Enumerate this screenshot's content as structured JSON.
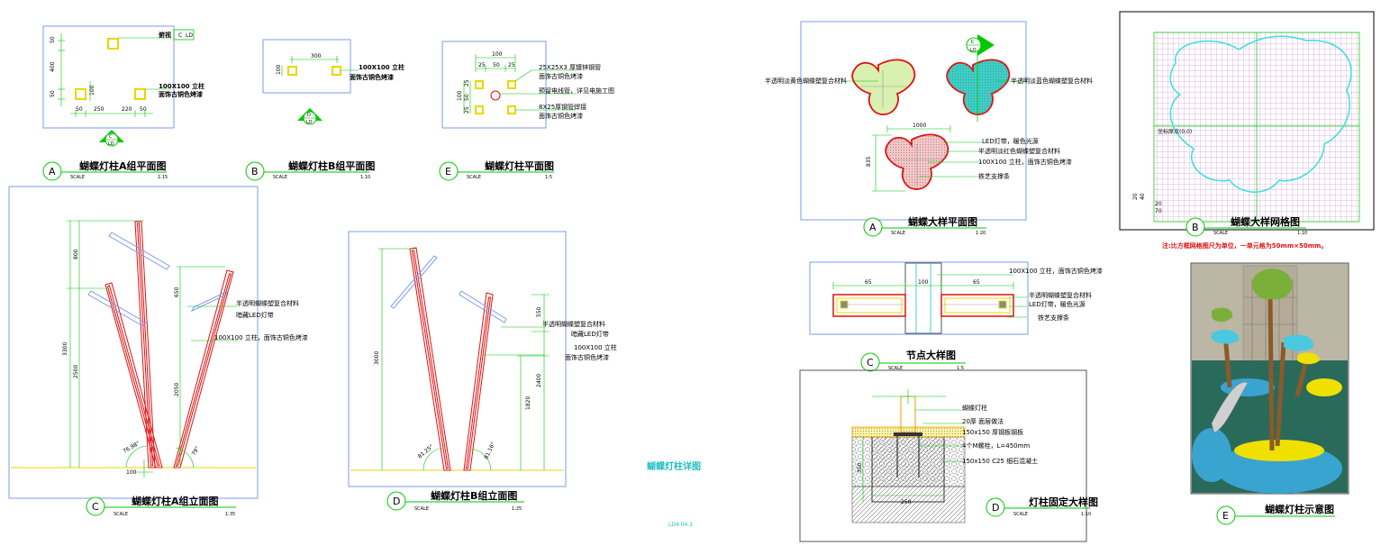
{
  "sheet": {
    "main_title": "蝴蝶灯柱详图",
    "sheet_code": "LD4 04.1",
    "grid_note": "注:比方框网格图尺为单位，一单元格为50mm×50mm。"
  },
  "scale_word": "SCALE",
  "colors": {
    "frame": "#7f9be8",
    "dim": "#00c800",
    "red": "#e01010",
    "yellow": "#e8d800",
    "cyan": "#1fbfbf",
    "grid": "#c070c0",
    "label": "#000000"
  },
  "views": [
    {
      "tag": "A",
      "title": "蝴蝶灯柱A组平面图",
      "scale": "1:15"
    },
    {
      "tag": "B",
      "title": "蝴蝶灯柱B组平面图",
      "scale": "1:10"
    },
    {
      "tag": "E",
      "title": "蝴蝶灯柱平面图",
      "scale": "1:5"
    },
    {
      "tag": "C",
      "title": "蝴蝶灯柱A组立面图",
      "scale": "1:35"
    },
    {
      "tag": "D",
      "title": "蝴蝶灯柱B组立面图",
      "scale": "1:25"
    },
    {
      "tag": "A",
      "title": "蝴蝶大样平面图",
      "scale": "1:20"
    },
    {
      "tag": "B",
      "title": "蝴蝶大样网格图",
      "scale": "1:10"
    },
    {
      "tag": "C",
      "title": "节点大样图",
      "scale": "1:5"
    },
    {
      "tag": "D",
      "title": "灯柱固定大样图",
      "scale": "1:10"
    },
    {
      "tag": "E",
      "title": "蝴蝶灯柱示意图",
      "scale": ""
    }
  ],
  "section_marks": {
    "a": {
      "top": "C",
      "bottom": "LD"
    },
    "b": {
      "top": "D",
      "bottom": "LD"
    },
    "c": {
      "top": "C",
      "bottom": "LD"
    }
  },
  "plan_a": {
    "dims": [
      "50",
      "400",
      "50",
      "50",
      "250",
      "220",
      "50",
      "100"
    ],
    "notes": [
      "俯视",
      "100X100 立柱",
      "面饰古铜色烤漆"
    ]
  },
  "plan_b": {
    "dims": [
      "300",
      "100"
    ],
    "notes": [
      "100X100 立柱",
      "面饰古铜色烤漆"
    ]
  },
  "plan_e": {
    "dims": [
      "100",
      "25",
      "50",
      "25",
      "25",
      "50",
      "25",
      "100"
    ],
    "notes": [
      "25X25X3 厚镀锌钢管",
      "面饰古铜色烤漆",
      "预留电线管，详见电施工图",
      "8X25厚钢管焊接",
      "面饰古铜色烤漆"
    ]
  },
  "elev_c": {
    "dims": [
      "800",
      "3300",
      "2500",
      "650",
      "2050",
      "100"
    ],
    "angles": [
      "76.98°",
      "79°"
    ],
    "notes": [
      "半透明蝴蝶塑复合材料",
      "暗藏LED灯带",
      "100X100 立柱，面饰古铜色烤漆"
    ]
  },
  "elev_d": {
    "dims": [
      "3000",
      "550",
      "2400",
      "1820"
    ],
    "angles": [
      "81.25°",
      "81.16°"
    ],
    "notes": [
      "半透明蝴蝶塑复合材料",
      "暗藏LED灯带",
      "100X100 立柱",
      "面饰古铜色烤漆"
    ]
  },
  "butterfly_plan": {
    "dims": [
      "1000",
      "835"
    ],
    "notes_left": "半透明淡黄色蝴蝶塑复合材料",
    "notes_right": "半透明淡蓝色蝴蝶塑复合材料",
    "notes_bottom": [
      "LED灯带，暖色光源",
      "半透明淡红色蝴蝶塑复合材料",
      "100X100 立柱，面饰古铜色烤漆",
      "铁艺支撑条"
    ]
  },
  "grid_view": {
    "origin_label": "坐标原点(0,0)",
    "axis_nums": [
      "20",
      "40",
      "20",
      "70"
    ]
  },
  "node_detail": {
    "dims": [
      "65",
      "100",
      "65"
    ],
    "notes": [
      "100X100 立柱，面饰古铜色烤漆",
      "半透明蝴蝶塑复合材料",
      "LED灯带，暖色光源",
      "铁艺支撑条"
    ]
  },
  "fix_detail": {
    "dims": [
      "350",
      "250"
    ],
    "notes": [
      "蝴蝶灯柱",
      "20厚 面层做法",
      "150x150 厚钢板钢板",
      "4个M螺栓，L=450mm",
      "150x150 C25 细石混凝土"
    ]
  }
}
